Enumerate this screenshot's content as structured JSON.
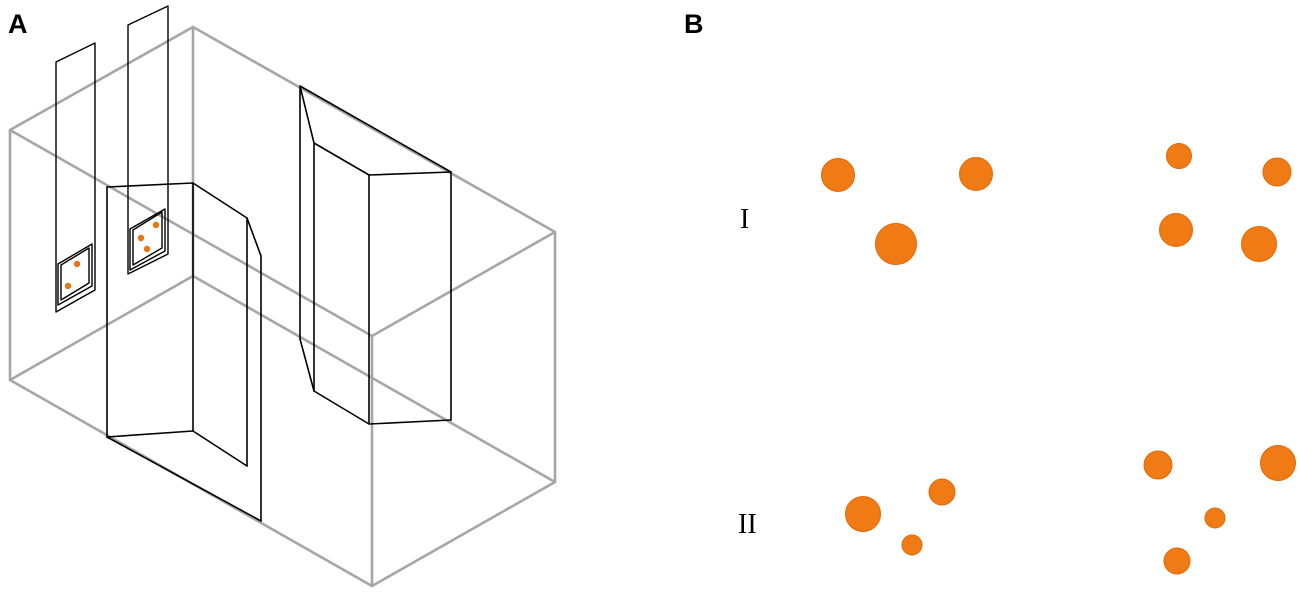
{
  "figure": {
    "panel_a": {
      "label": "A",
      "room_color": "#a6a6a6",
      "wall_color": "#000000",
      "dot_color": "#e87511"
    },
    "panel_b": {
      "label": "B",
      "dot_color": "#f07a14",
      "dot_stroke": "#e06a0a",
      "rows": [
        {
          "label": "I"
        },
        {
          "label": "II"
        }
      ]
    }
  }
}
